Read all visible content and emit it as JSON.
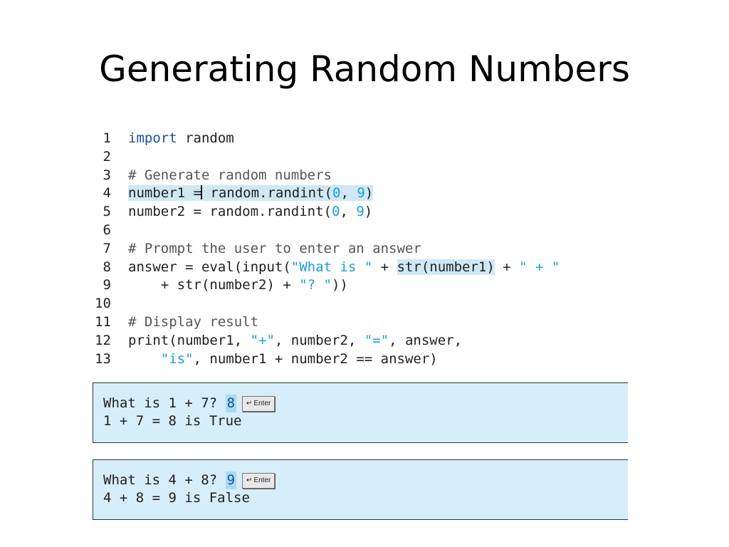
{
  "slide": {
    "title": "Generating Random Numbers"
  },
  "code": {
    "lines": [
      {
        "n": "1",
        "parts": [
          {
            "t": "import",
            "c": "kw"
          },
          {
            "t": " random"
          }
        ]
      },
      {
        "n": "2",
        "parts": []
      },
      {
        "n": "3",
        "parts": [
          {
            "t": "# Generate random numbers",
            "c": "cm"
          }
        ]
      },
      {
        "n": "4",
        "parts": [
          {
            "t": "number1 =",
            "c": "hl"
          },
          {
            "t": "",
            "c": "caret"
          },
          {
            "t": " random.randint(",
            "c": "hl"
          },
          {
            "t": "0",
            "c": "hl num"
          },
          {
            "t": ", ",
            "c": "hl"
          },
          {
            "t": "9",
            "c": "hl num"
          },
          {
            "t": ")",
            "c": "hl"
          }
        ]
      },
      {
        "n": "5",
        "parts": [
          {
            "t": "number2 = random.randint("
          },
          {
            "t": "0",
            "c": "num"
          },
          {
            "t": ", "
          },
          {
            "t": "9",
            "c": "num"
          },
          {
            "t": ")"
          }
        ]
      },
      {
        "n": "6",
        "parts": []
      },
      {
        "n": "7",
        "parts": [
          {
            "t": "# Prompt the user to enter an answer",
            "c": "cm"
          }
        ]
      },
      {
        "n": "8",
        "parts": [
          {
            "t": "answer = eval(input("
          },
          {
            "t": "\"What is \"",
            "c": "str"
          },
          {
            "t": " + "
          },
          {
            "t": "str(number1)",
            "c": "hl"
          },
          {
            "t": " + "
          },
          {
            "t": "\" + \"",
            "c": "str"
          }
        ]
      },
      {
        "n": "9",
        "parts": [
          {
            "t": "    + str(number2) + "
          },
          {
            "t": "\"? \"",
            "c": "str"
          },
          {
            "t": "))"
          }
        ]
      },
      {
        "n": "10",
        "parts": []
      },
      {
        "n": "11",
        "parts": [
          {
            "t": "# Display result",
            "c": "cm"
          }
        ]
      },
      {
        "n": "12",
        "parts": [
          {
            "t": "print(number1, "
          },
          {
            "t": "\"+\"",
            "c": "str"
          },
          {
            "t": ", number2, "
          },
          {
            "t": "\"=\"",
            "c": "str"
          },
          {
            "t": ", answer,"
          }
        ]
      },
      {
        "n": "13",
        "parts": [
          {
            "t": "    "
          },
          {
            "t": "\"is\"",
            "c": "str"
          },
          {
            "t": ", number1 + number2 == answer)"
          }
        ]
      }
    ]
  },
  "console1": {
    "prompt": "What is 1 + 7? ",
    "input": "8",
    "enter_label": "Enter",
    "enter_icon": "↵",
    "result": "1 + 7 = 8 is True"
  },
  "console2": {
    "prompt": "What is 4 + 8? ",
    "input": "9",
    "enter_label": "Enter",
    "enter_icon": "↵",
    "result": "4 + 8 = 9 is False"
  }
}
